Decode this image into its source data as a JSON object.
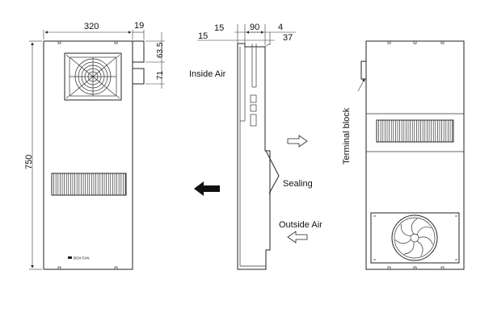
{
  "dimensions": {
    "width": "320",
    "flange": "19",
    "height": "750",
    "top_cut": "63.5",
    "mid_cut": "71",
    "side_15a": "15",
    "side_90": "90",
    "side_4": "4",
    "side_15b": "15",
    "side_37": "37"
  },
  "labels": {
    "inside_air": "Inside Air",
    "outside_air": "Outside Air",
    "sealing": "Sealing",
    "terminal_block": "Terminal block",
    "brand": "BOX FAN"
  }
}
